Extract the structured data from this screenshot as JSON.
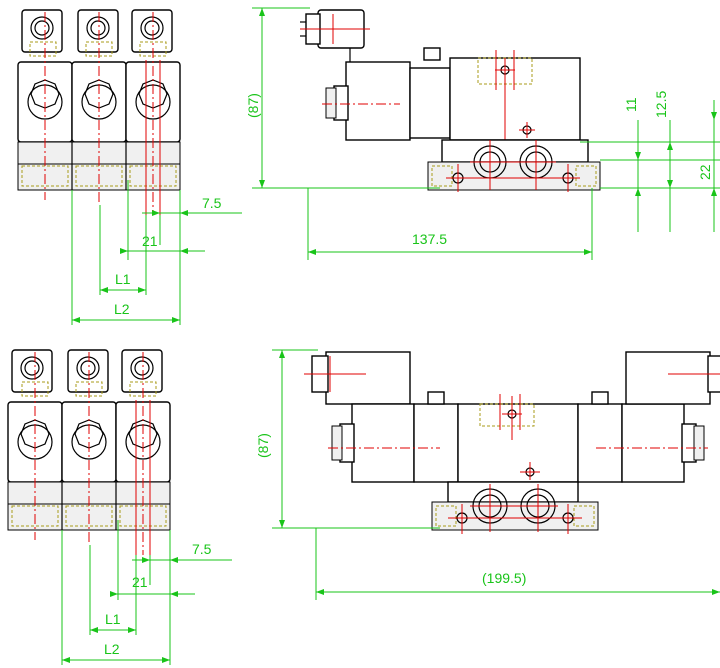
{
  "colors": {
    "outline": "#000000",
    "centerline": "#e00000",
    "dimension": "#19c419",
    "hidden": "#a89b1a",
    "background": "#ffffff"
  },
  "top_side_view": {
    "height_label": "(87)"
  },
  "top_front_view": {
    "height_label": "(87)",
    "width_label": "137.5",
    "dim_11": "11",
    "dim_12_5": "12.5",
    "dim_22": "22"
  },
  "top_manifold_view": {
    "pitch_label": "21",
    "offset_label": "7.5",
    "l1_label": "L1",
    "l2_label": "L2"
  },
  "bottom_side_view": {
    "height_label": "(87)"
  },
  "bottom_front_view": {
    "width_label": "(199.5)"
  },
  "bottom_manifold_view": {
    "pitch_label": "21",
    "offset_label": "7.5",
    "l1_label": "L1",
    "l2_label": "L2"
  }
}
